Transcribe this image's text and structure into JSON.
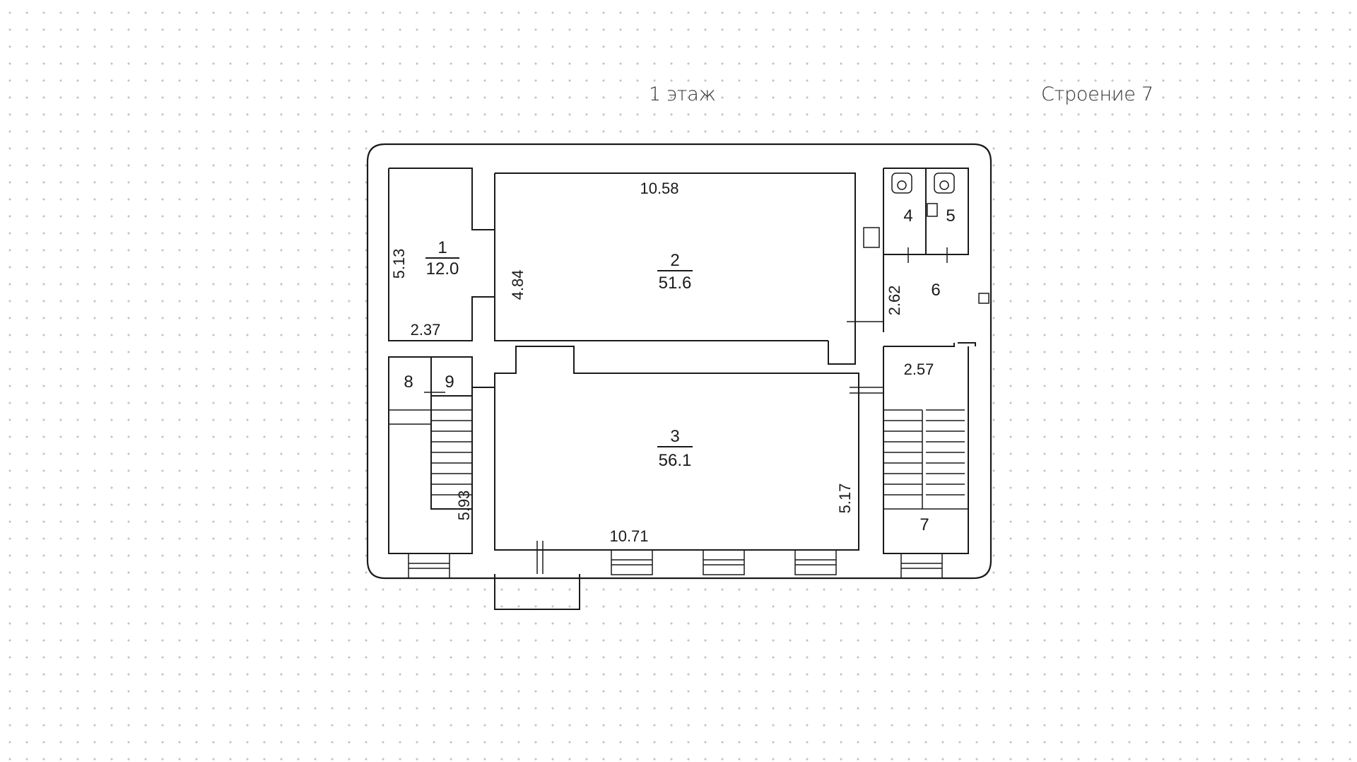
{
  "header": {
    "floor_label": "1 этаж",
    "building_label": "Строение 7"
  },
  "rooms": [
    {
      "number": "1",
      "area": "12.0"
    },
    {
      "number": "2",
      "area": "51.6"
    },
    {
      "number": "3",
      "area": "56.1"
    },
    {
      "number": "4"
    },
    {
      "number": "5"
    },
    {
      "number": "6"
    },
    {
      "number": "7"
    },
    {
      "number": "8"
    },
    {
      "number": "9"
    }
  ],
  "dimensions": {
    "room1_height": "5.13",
    "room1_width": "2.37",
    "room2_width": "10.58",
    "room2_height": "4.84",
    "room3_width": "10.71",
    "room3_height": "5.17",
    "room6_height": "2.62",
    "room6_width": "2.57",
    "stair_left_height": "5.93"
  }
}
